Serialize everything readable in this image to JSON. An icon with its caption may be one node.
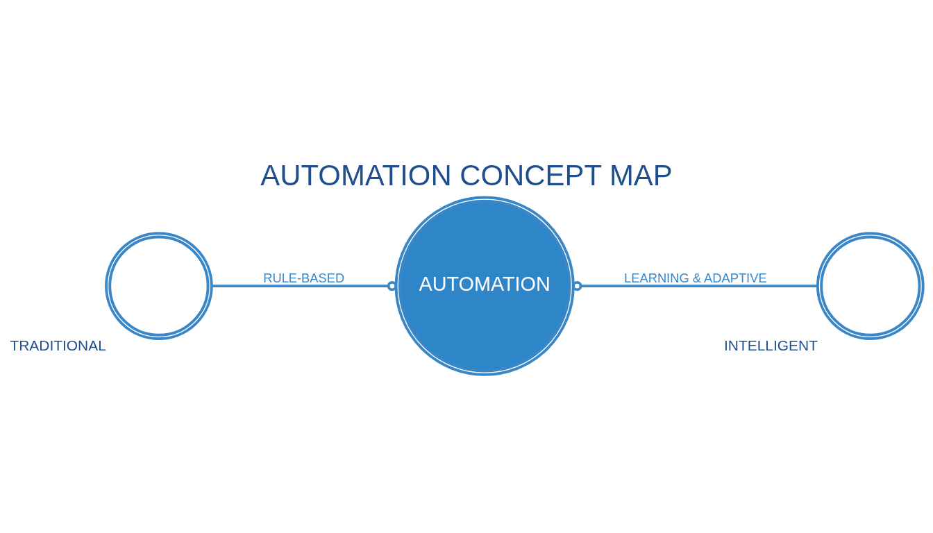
{
  "diagram": {
    "title": "AUTOMATION CONCEPT MAP",
    "nodes": [
      {
        "text": [],
        "shape": "circle",
        "beside": [
          "TRADITIONAL"
        ]
      },
      {
        "text": [
          "AUTOMATION"
        ]
      },
      {
        "text": [],
        "shape": "circle",
        "beside": [
          "INTELLIGENT"
        ]
      }
    ],
    "edges": [
      {
        "from": 1,
        "to": 0,
        "arrow": "other",
        "label": "RULE-BASED"
      },
      {
        "from": 1,
        "to": 2,
        "arrow": "other",
        "label": "LEARNING & ADAPTIVE"
      }
    ]
  }
}
